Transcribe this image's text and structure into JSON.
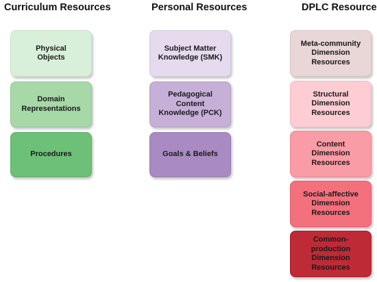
{
  "columns": [
    {
      "title": "Curriculum  Resources",
      "boxes": [
        {
          "label": "Physical\nObjects",
          "color": "#d8efd9",
          "border": "#c9e3ca"
        },
        {
          "label": "Domain\nRepresentations",
          "color": "#a7d8a8",
          "border": "#93c995"
        },
        {
          "label": "Procedures",
          "color": "#6dc077",
          "border": "#5cb066"
        }
      ]
    },
    {
      "title": "Personal Resources",
      "boxes": [
        {
          "label": "Subject Matter\nKnowledge (SMK)",
          "color": "#e6dbee",
          "border": "#d6c9e0"
        },
        {
          "label": "Pedagogical\nContent\nKnowledge (PCK)",
          "color": "#c6b0d8",
          "border": "#b49dc7"
        },
        {
          "label": "Goals & Beliefs",
          "color": "#a98ac2",
          "border": "#9878b2"
        }
      ]
    },
    {
      "title": "DPLC Resources",
      "boxes": [
        {
          "label": "Meta-community\nDimension\nResources",
          "color": "#e9d6d6",
          "border": "#dbc4c4"
        },
        {
          "label": "Structural\nDimension\nResources",
          "color": "#fdcdd3",
          "border": "#f0b9c0"
        },
        {
          "label": "Content\nDimension\nResources",
          "color": "#fa9ca5",
          "border": "#ec8893"
        },
        {
          "label": "Social-affective\nDimension\nResources",
          "color": "#f3707d",
          "border": "#e35e6b"
        },
        {
          "label": "Common-\nproduction\nDimension\nResources",
          "color": "#be2a35",
          "border": "#a8222c"
        }
      ]
    }
  ]
}
